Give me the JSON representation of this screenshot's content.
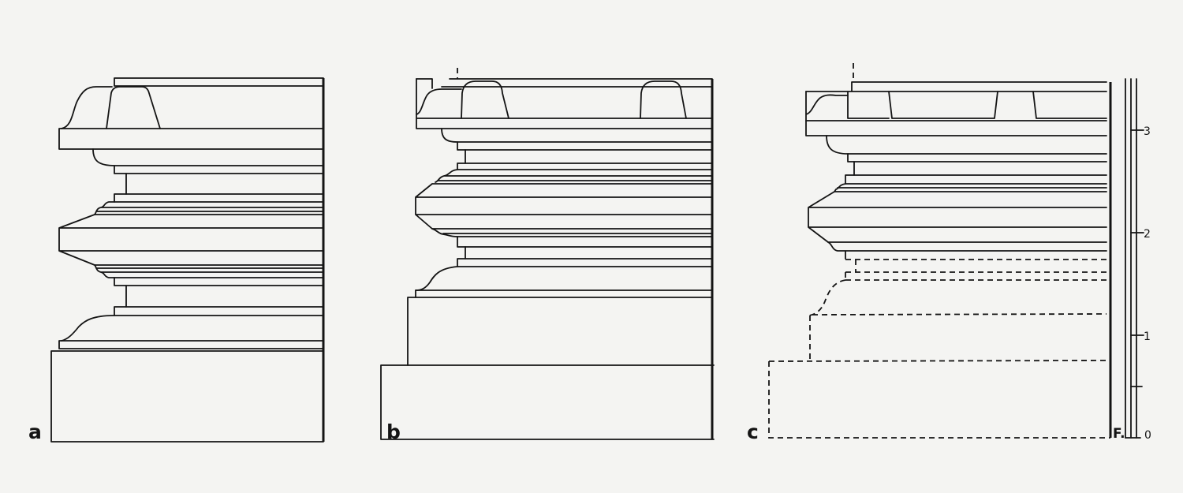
{
  "figure": {
    "panels": [
      {
        "label": "a"
      },
      {
        "label": "b"
      },
      {
        "label": "c"
      }
    ],
    "scale": {
      "labels": {
        "zero": "0",
        "one": "1",
        "two": "2",
        "three": "3"
      },
      "mark": "F."
    }
  },
  "colors": {
    "paper": "#f4f4f2",
    "ink": "#141414"
  }
}
